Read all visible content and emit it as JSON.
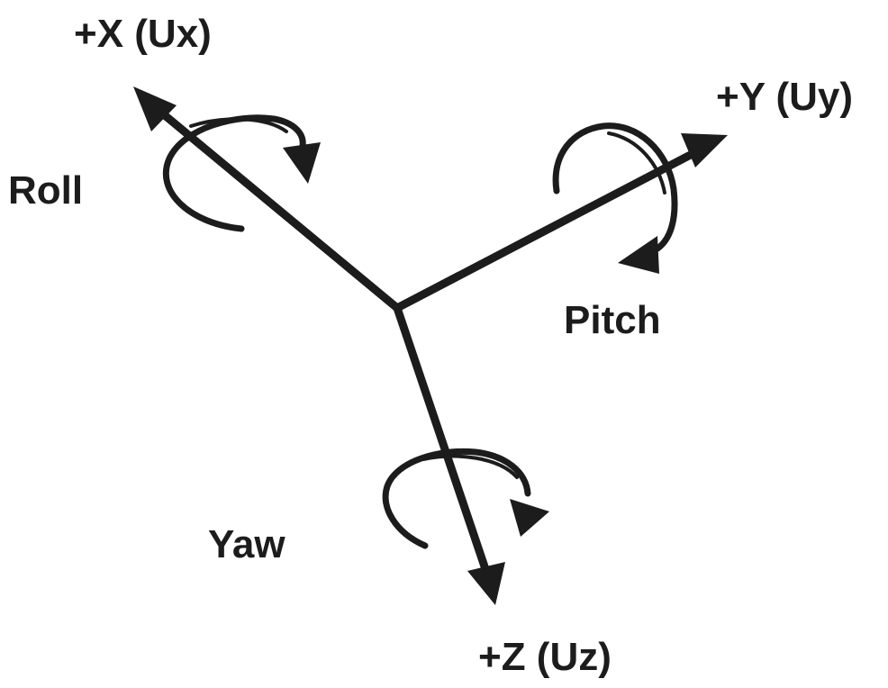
{
  "axes": {
    "x": {
      "label": "+X (Ux)"
    },
    "y": {
      "label": "+Y (Uy)"
    },
    "z": {
      "label": "+Z (Uz)"
    }
  },
  "rotations": {
    "roll": {
      "label": "Roll"
    },
    "pitch": {
      "label": "Pitch"
    },
    "yaw": {
      "label": "Yaw"
    }
  },
  "colors": {
    "ink": "#1c1c1c",
    "background": "#ffffff"
  }
}
